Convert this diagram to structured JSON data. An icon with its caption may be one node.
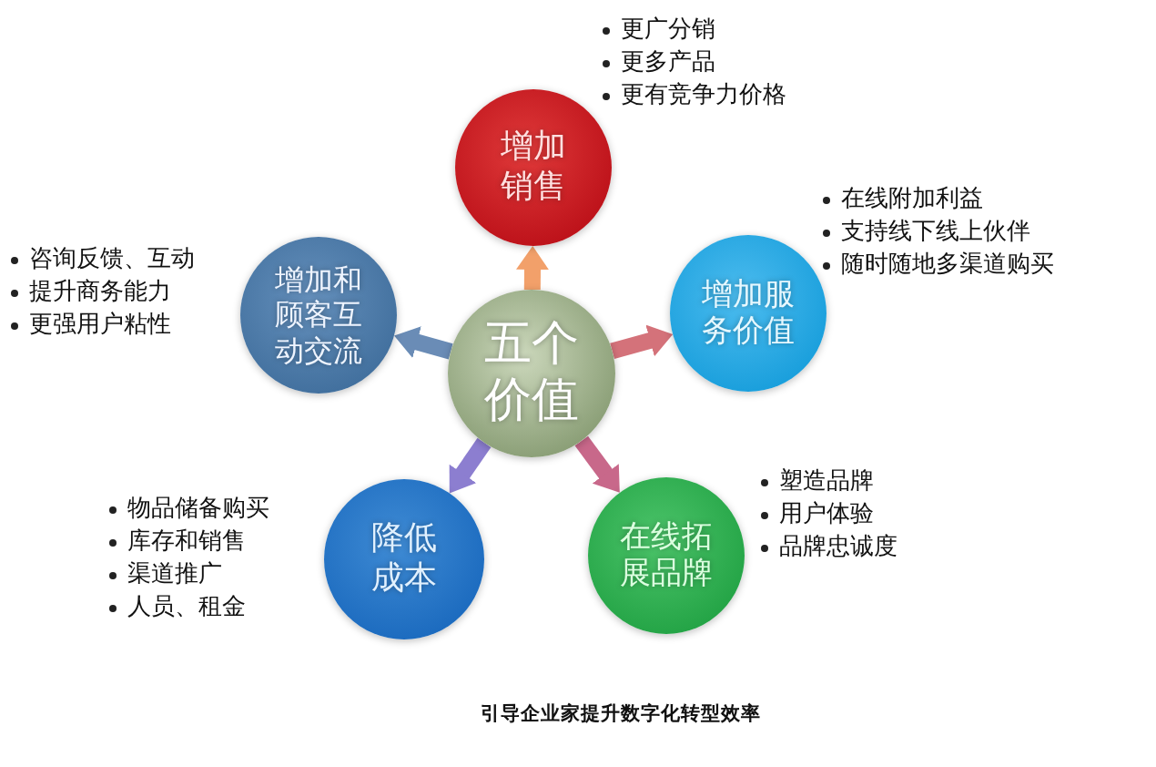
{
  "diagram": {
    "caption": "引导企业家提升数字化转型效率",
    "nodes": [
      {
        "text": [
          "五个价值"
        ]
      },
      {
        "text": [
          "增加销售"
        ],
        "beside": [
          "更广分销",
          "更多产品",
          "更有竞争力价格"
        ]
      },
      {
        "text": [
          "增加服务价值"
        ],
        "beside": [
          "在线附加利益",
          "支持线下线上伙伴",
          "随时随地多渠道购买"
        ]
      },
      {
        "text": [
          "在线拓展品牌"
        ],
        "beside": [
          "塑造品牌",
          "用户体验",
          "品牌忠诚度"
        ]
      },
      {
        "text": [
          "降低成本"
        ],
        "beside": [
          "物品储备购买",
          "库存和销售",
          "渠道推广",
          "人员、租金"
        ]
      },
      {
        "text": [
          "增加和顾客互动交流"
        ],
        "beside": [
          "咨询反馈、互动",
          "提升商务能力",
          "更强用户粘性"
        ]
      }
    ],
    "edges": [
      {
        "from": 0,
        "to": 1,
        "arrow": "to",
        "color": "#f2a06a"
      },
      {
        "from": 0,
        "to": 2,
        "arrow": "to",
        "color": "#d4727a"
      },
      {
        "from": 0,
        "to": 3,
        "arrow": "to",
        "color": "#c8688a"
      },
      {
        "from": 0,
        "to": 4,
        "arrow": "to",
        "color": "#8c7ed0"
      },
      {
        "from": 0,
        "to": 5,
        "arrow": "to",
        "color": "#6a8cb6"
      }
    ]
  }
}
